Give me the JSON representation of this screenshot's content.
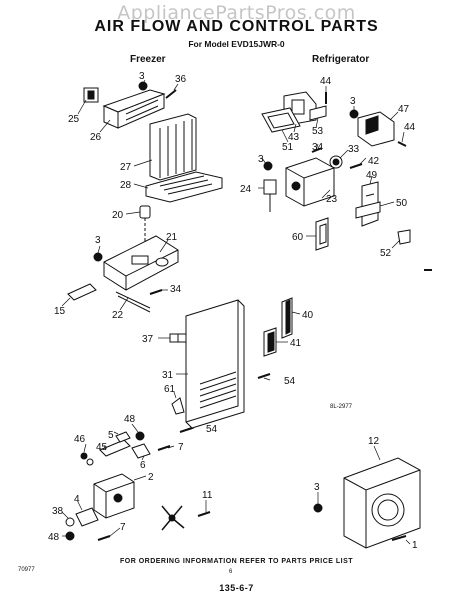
{
  "watermark": "AppliancePartsPros.com",
  "title": "AIR FLOW AND CONTROL PARTS",
  "subtitle": "For Model EVD15JWR-0",
  "sections": {
    "freezer": "Freezer",
    "refrigerator": "Refrigerator"
  },
  "drawing_code": "8L-2977",
  "footer": "FOR ORDERING INFORMATION REFER TO PARTS PRICE LIST",
  "page_mark": "6",
  "page_number": "135-6-7",
  "corner_code": "70977",
  "callouts": [
    {
      "id": "c3a",
      "label": "3"
    },
    {
      "id": "c36",
      "label": "36"
    },
    {
      "id": "c25",
      "label": "25"
    },
    {
      "id": "c26",
      "label": "26"
    },
    {
      "id": "c27",
      "label": "27"
    },
    {
      "id": "c28",
      "label": "28"
    },
    {
      "id": "c20",
      "label": "20"
    },
    {
      "id": "c3b",
      "label": "3"
    },
    {
      "id": "c21",
      "label": "21"
    },
    {
      "id": "c15",
      "label": "15"
    },
    {
      "id": "c22",
      "label": "22"
    },
    {
      "id": "c34a",
      "label": "34"
    },
    {
      "id": "c44a",
      "label": "44"
    },
    {
      "id": "c3c",
      "label": "3"
    },
    {
      "id": "c47",
      "label": "47"
    },
    {
      "id": "c44b",
      "label": "44"
    },
    {
      "id": "c43",
      "label": "43"
    },
    {
      "id": "c53",
      "label": "53"
    },
    {
      "id": "c51",
      "label": "51"
    },
    {
      "id": "c34b",
      "label": "34"
    },
    {
      "id": "c33",
      "label": "33"
    },
    {
      "id": "c3d",
      "label": "3"
    },
    {
      "id": "c42",
      "label": "42"
    },
    {
      "id": "c24",
      "label": "24"
    },
    {
      "id": "c23",
      "label": "23"
    },
    {
      "id": "c49",
      "label": "49"
    },
    {
      "id": "c50",
      "label": "50"
    },
    {
      "id": "c60",
      "label": "60"
    },
    {
      "id": "c52",
      "label": "52"
    },
    {
      "id": "c40",
      "label": "40"
    },
    {
      "id": "c37",
      "label": "37"
    },
    {
      "id": "c41",
      "label": "41"
    },
    {
      "id": "c31",
      "label": "31"
    },
    {
      "id": "c54a",
      "label": "54"
    },
    {
      "id": "c61",
      "label": "61"
    },
    {
      "id": "c54b",
      "label": "54"
    },
    {
      "id": "c48a",
      "label": "48"
    },
    {
      "id": "c46",
      "label": "46"
    },
    {
      "id": "c5",
      "label": "5"
    },
    {
      "id": "c45",
      "label": "45"
    },
    {
      "id": "c6",
      "label": "6"
    },
    {
      "id": "c7a",
      "label": "7"
    },
    {
      "id": "c2",
      "label": "2"
    },
    {
      "id": "c4",
      "label": "4"
    },
    {
      "id": "c38",
      "label": "38"
    },
    {
      "id": "c48b",
      "label": "48"
    },
    {
      "id": "c7b",
      "label": "7"
    },
    {
      "id": "c11",
      "label": "11"
    },
    {
      "id": "c12",
      "label": "12"
    },
    {
      "id": "c3e",
      "label": "3"
    },
    {
      "id": "c1",
      "label": "1"
    }
  ]
}
